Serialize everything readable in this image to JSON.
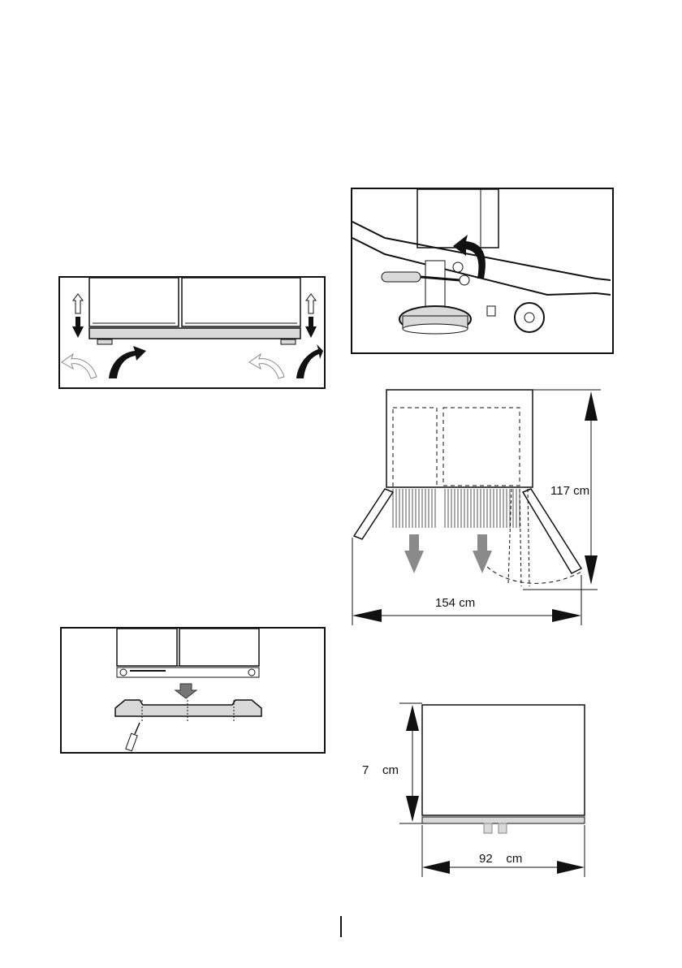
{
  "dimensions": {
    "depth_label": "117 cm",
    "width_label": "154 cm",
    "height_label": "7    cm",
    "bottom_width_label": "92    cm"
  },
  "colors": {
    "ink": "#111111",
    "panel_gray": "#d9d9d9",
    "arrow_gray": "#8a8a8a"
  }
}
